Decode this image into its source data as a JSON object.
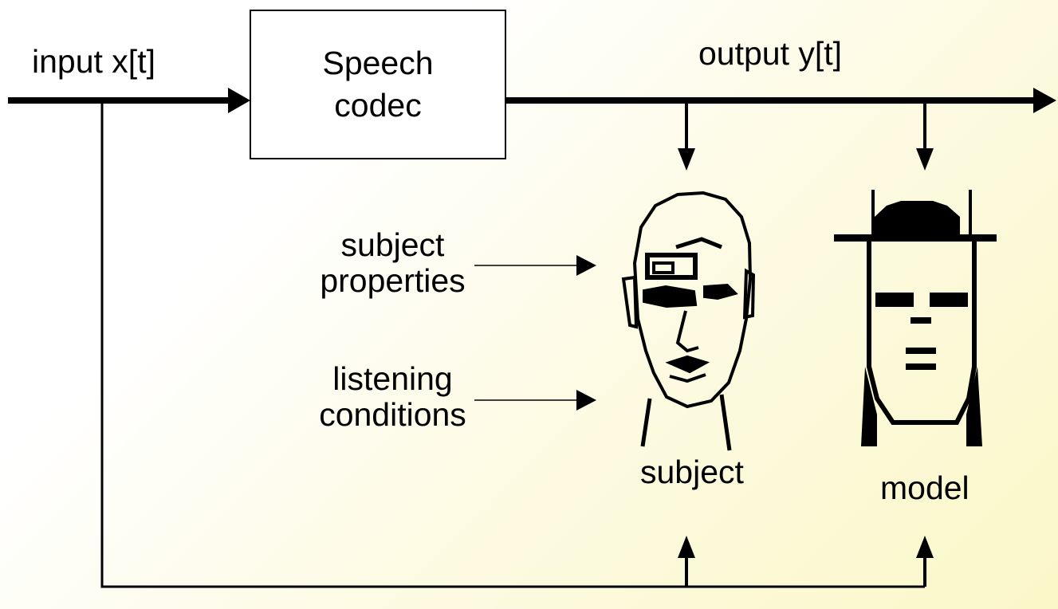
{
  "input_label": "input x[t]",
  "output_label": "output y[t]",
  "codec": {
    "line1": "Speech",
    "line2": "codec"
  },
  "subject_properties": {
    "line1": "subject",
    "line2": "properties"
  },
  "listening_conditions": {
    "line1": "listening",
    "line2": "conditions"
  },
  "subject_label": "subject",
  "model_label": "model",
  "icons": {
    "subject": "human-face-icon",
    "model": "robot-face-with-hat-icon"
  }
}
